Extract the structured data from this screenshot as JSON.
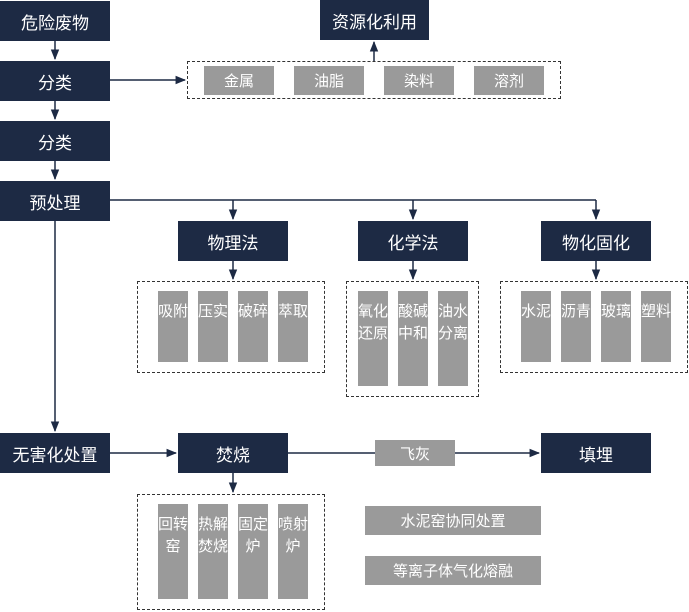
{
  "colors": {
    "node_dark": "#1d2a44",
    "node_gray": "#9a9a9a",
    "line": "#1d2a44"
  },
  "nodes": {
    "hazardous_waste": "危险废物",
    "classify_1": "分类",
    "classify_2": "分类",
    "pretreatment": "预处理",
    "resource_utilization": "资源化利用",
    "harmless_disposal": "无害化处置",
    "physical_method": "物理法",
    "chemical_method": "化学法",
    "physicochemical_solidification": "物化固化",
    "incineration": "焚烧",
    "fly_ash": "飞灰",
    "landfill": "填埋"
  },
  "resource_items": [
    "金属",
    "油脂",
    "染料",
    "溶剂"
  ],
  "physical_items": [
    "吸附",
    "压实",
    "破碎",
    "萃取"
  ],
  "chemical_items": [
    "氧化还原",
    "酸碱中和",
    "油水分离"
  ],
  "solidification_items": [
    "水泥",
    "沥青",
    "玻璃",
    "塑料"
  ],
  "incineration_items": [
    "回转窑",
    "热解焚烧",
    "固定炉",
    "喷射炉"
  ],
  "other_disposal": [
    "水泥窑协同处置",
    "等离子体气化熔融"
  ]
}
